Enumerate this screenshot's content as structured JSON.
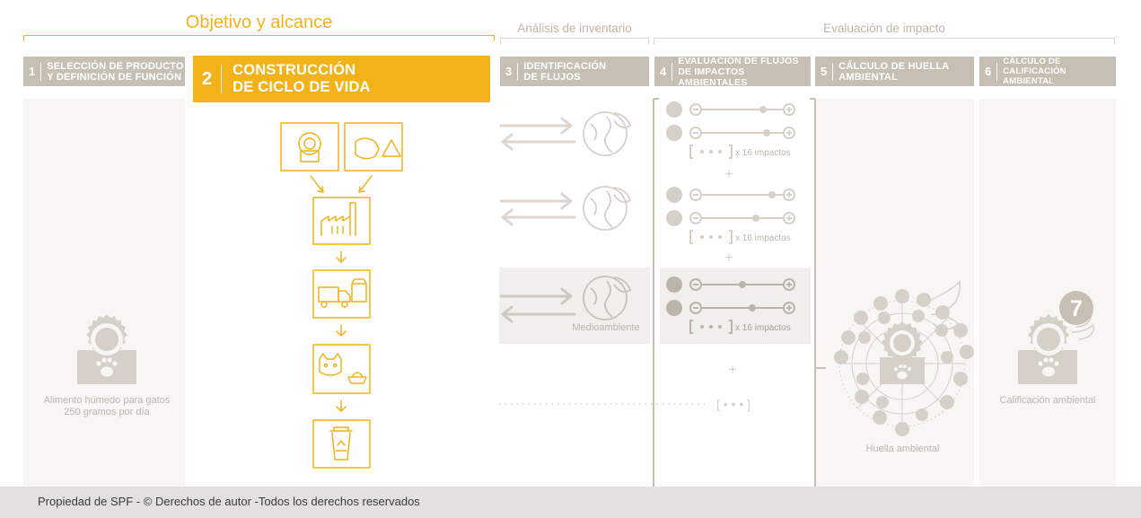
{
  "phases": {
    "objective": "Objetivo y alcance",
    "inventory": "Análisis de inventario",
    "impact": "Evaluación de impacto"
  },
  "steps": [
    {
      "num": "1",
      "label": "SELECCIÓN DE PRODUCTO Y DEFINICIÓN DE FUNCIÓN"
    },
    {
      "num": "2",
      "label": "CONSTRUCCIÓN DE CICLO DE VIDA"
    },
    {
      "num": "3",
      "label": "IDENTIFICACIÓN DE FLUJOS"
    },
    {
      "num": "4",
      "label": "EVALUACIÓN DE FLUJOS DE IMPACTOS AMBIENTALES"
    },
    {
      "num": "5",
      "label": "CÁLCULO DE HUELLA AMBIENTAL"
    },
    {
      "num": "6",
      "label": "CÁLCULO DE CALIFICACIÓN AMBIENTAL"
    }
  ],
  "step1": {
    "caption_line1": "Alimento húmedo para gatos",
    "caption_line2": "250 gramos por día"
  },
  "step3": {
    "environment_label": "Medioambiente"
  },
  "step4": {
    "impacts_label": "x 16 impactos",
    "plus": "+",
    "ellipsis": "[ • • • ]"
  },
  "step5": {
    "caption": "Huella ambiental"
  },
  "step6": {
    "caption": "Calificación ambiental",
    "score": "7"
  },
  "footer": {
    "text": "Propiedad de SPF - © Derechos de autor -Todos los derechos reservados"
  },
  "colors": {
    "active": "#f3b11a",
    "inactive": "#c7bfb4",
    "icon_grey": "#d6d0c8",
    "panel": "#f7f6f4"
  }
}
